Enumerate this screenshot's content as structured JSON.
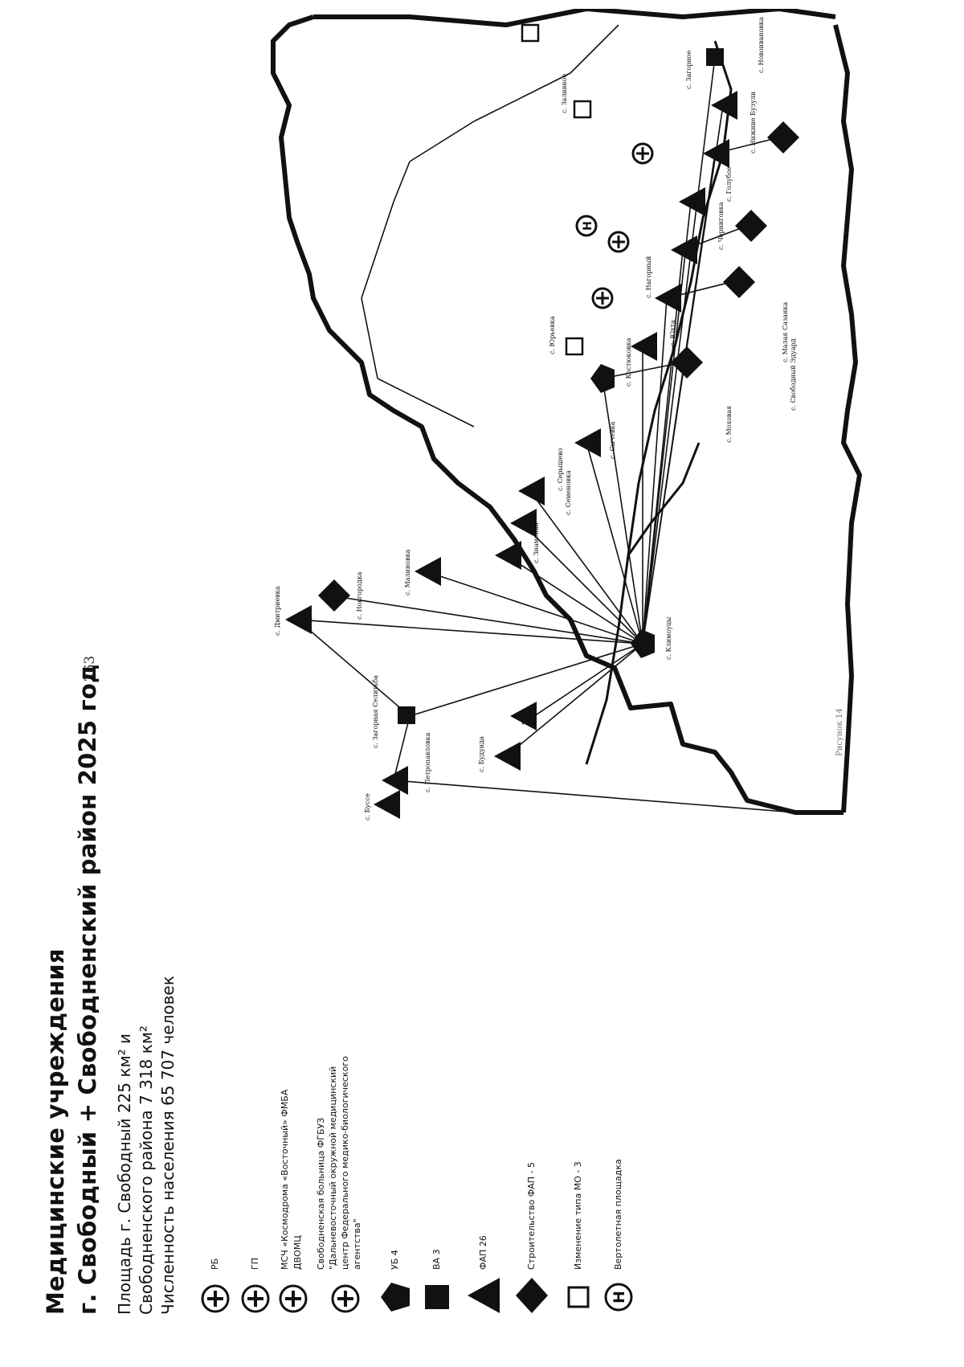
{
  "page_number": "263",
  "title_line1": "Медицинские учреждения",
  "title_line2": "г. Свободный + Свободненский район 2025 год",
  "info": {
    "line1": "Площадь г. Свободный 225 км² и",
    "line2": "Свободненского района 7 318 км²",
    "line3": "Численность населения 65 707 человек"
  },
  "legend": [
    {
      "icon": "plus-circle-icon",
      "label": "РБ"
    },
    {
      "icon": "plus-circle-icon",
      "label": "ГП"
    },
    {
      "icon": "plus-circle-icon",
      "label_l1": "МСЧ «Космодрома «Восточный» ФМБА",
      "label_l2": "ДВОМЦ"
    },
    {
      "icon": "plus-circle-icon",
      "label_l1": "Свободненская больница ФГБУЗ",
      "label_l2": "\"Дальневосточный окружной медицинский",
      "label_l3": "центр Федерального медико-биологического",
      "label_l4": "агентства\""
    },
    {
      "icon": "pentagon-icon",
      "label": "УБ  4"
    },
    {
      "icon": "square-icon",
      "label": "ВА  3"
    },
    {
      "icon": "triangle-icon",
      "label": "ФАП  26"
    },
    {
      "icon": "diamond-icon",
      "label": "Строительство ФАП - 5"
    },
    {
      "icon": "hollow-square-icon",
      "label": "Изменение типа МО - 3"
    },
    {
      "icon": "helipad-icon",
      "label": "Вертолетная площадка"
    }
  ],
  "places": {
    "p1": "с. Буссе",
    "p2": "с. Петропавловка",
    "p3": "с. Загорная Селитьба",
    "p4": "с. Будунда",
    "p5": "с. Дмитриевка",
    "p6": "с. Новгородка",
    "p7": "с. Климоуцы",
    "p8": "с. Малиновка",
    "p9": "с. Семеновка",
    "p10": "с. Сычевка",
    "p11": "с. Костюковка",
    "p12": "с. Знаменка",
    "p13": "с. Серышево",
    "p14": "с. Юхта",
    "p15": "с. Голубое",
    "p16": "с. Черниговка",
    "p17": "с. Нижние Бузули",
    "p18": "с. Моховая",
    "p19": "с. Свободный Эдуард",
    "p20": "с. Новоивановка",
    "p21": "с. Нагорный",
    "p22": "с. Малая Сазанка",
    "p23": "с. Загорное",
    "p24": "с. Юрьевка",
    "p25": "с. Заливное"
  },
  "caption": "Рисунок 14",
  "colors": {
    "ink": "#111111",
    "background": "#ffffff"
  }
}
